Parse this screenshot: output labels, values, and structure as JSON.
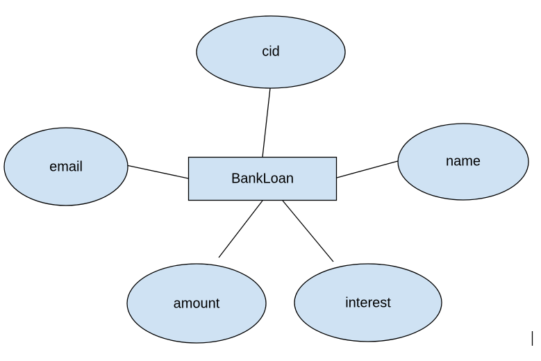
{
  "diagram": {
    "entity": {
      "label": "BankLoan"
    },
    "attributes": [
      {
        "label": "cid"
      },
      {
        "label": "email"
      },
      {
        "label": "name"
      },
      {
        "label": "amount"
      },
      {
        "label": "interest"
      }
    ]
  },
  "colors": {
    "shape_fill": "#cfe2f3",
    "stroke": "#000000"
  }
}
